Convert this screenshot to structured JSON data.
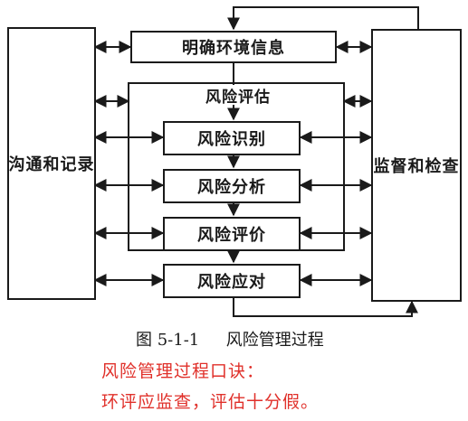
{
  "diagram": {
    "left_box": "沟通和记录",
    "right_box": "监督和检查",
    "top_box": "明确环境信息",
    "assessment_group": "风险评估",
    "steps": [
      "风险识别",
      "风险分析",
      "风险评价"
    ],
    "bottom_box": "风险应对"
  },
  "caption": {
    "number": "图 5-1-1",
    "title": "风险管理过程"
  },
  "mnemonic": {
    "line1": "风险管理过程口诀：",
    "line2": "环评应监查，评估十分假。"
  },
  "colors": {
    "line": "#1a1a1a",
    "mnemonic_text": "#e0302a"
  }
}
